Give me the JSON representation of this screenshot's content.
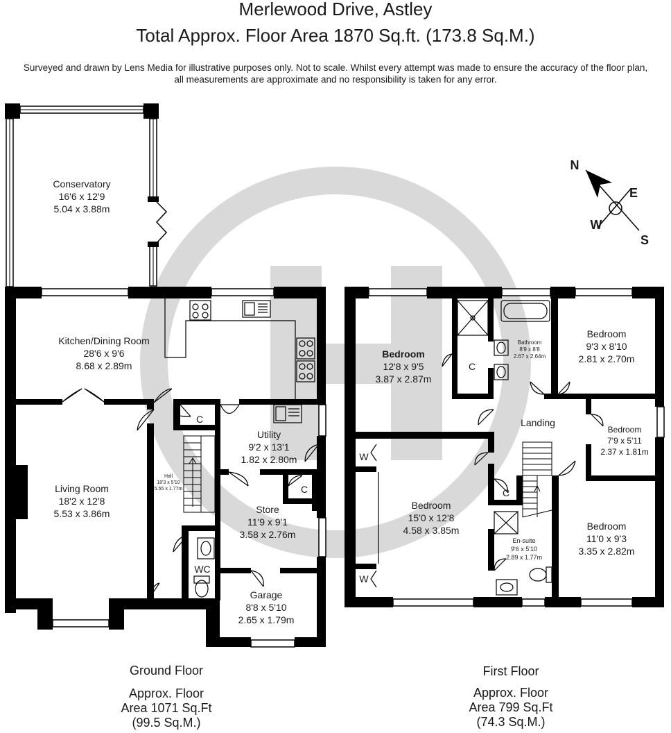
{
  "header": {
    "title": "Merlewood Drive, Astley",
    "area": "Total Approx. Floor Area 1870 Sq.ft. (173.8 Sq.M.)",
    "disclaimer_line1": "Surveyed and drawn by Lens Media for illustrative purposes only. Not to scale. Whilst every attempt was made to ensure the accuracy of the floor plan,",
    "disclaimer_line2": "all measurements are approximate and no responsibility is taken for any error."
  },
  "compass": {
    "n": "N",
    "e": "E",
    "s": "S",
    "w": "W"
  },
  "colors": {
    "wall": "#000000",
    "watermark": "#d9d9d9",
    "text": "#1a1a1a"
  },
  "ground_floor": {
    "name": "Ground Floor",
    "area_line1": "Approx. Floor",
    "area_line2": "Area 1071 Sq.Ft",
    "area_line3": "(99.5 Sq.M.)",
    "rooms": {
      "conservatory": {
        "name": "Conservatory",
        "imperial": "16'6 x 12'9",
        "metric": "5.04 x 3.88m"
      },
      "kitchen": {
        "name": "Kitchen/Dining Room",
        "imperial": "28'6 x 9'6",
        "metric": "8.68 x 2.89m"
      },
      "living": {
        "name": "Living Room",
        "imperial": "18'2 x 12'8",
        "metric": "5.53 x 3.86m"
      },
      "hall": {
        "name": "Hall",
        "imperial": "18'3 x 5'10",
        "metric": "5.55 x 1.77m"
      },
      "utility": {
        "name": "Utility",
        "imperial": "9'2 x 13'1",
        "metric": "1.82 x 2.80m"
      },
      "store": {
        "name": "Store",
        "imperial": "11'9 x 9'1",
        "metric": "3.58 x 2.76m"
      },
      "garage": {
        "name": "Garage",
        "imperial": "8'8 x 5'10",
        "metric": "2.65 x 1.79m"
      },
      "wc": {
        "name": "WC"
      },
      "cupboard_hall": {
        "name": "C"
      },
      "cupboard_store": {
        "name": "C"
      }
    }
  },
  "first_floor": {
    "name": "First Floor",
    "area_line1": "Approx. Floor",
    "area_line2": "Area 799 Sq.Ft",
    "area_line3": "(74.3 Sq.M.)",
    "rooms": {
      "bedroom1": {
        "name": "Bedroom",
        "imperial": "12'8 x 9'5",
        "metric": "3.87 x 2.87m"
      },
      "bathroom": {
        "name": "Bathroom",
        "imperial": "8'9 x 8'8",
        "metric": "2.67 x 2.64m"
      },
      "bedroom2": {
        "name": "Bedroom",
        "imperial": "9'3 x 8'10",
        "metric": "2.81 x 2.70m"
      },
      "landing": {
        "name": "Landing"
      },
      "bedroom3": {
        "name": "Bedroom",
        "imperial": "7'9 x 5'11",
        "metric": "2.37 x 1.81m"
      },
      "bedroom4": {
        "name": "Bedroom",
        "imperial": "15'0 x 12'8",
        "metric": "4.58 x 3.85m"
      },
      "bedroom5": {
        "name": "Bedroom",
        "imperial": "11'0 x 9'3",
        "metric": "3.35 x 2.82m"
      },
      "ensuite": {
        "name": "En-suite",
        "imperial": "9'6 x 5'10",
        "metric": "2.89 x 1.77m"
      },
      "cupboard_bed1": {
        "name": "C"
      },
      "cupboard_landing": {
        "name": "C"
      },
      "wardrobe_top": {
        "name": "W"
      },
      "wardrobe_bottom": {
        "name": "W"
      }
    }
  }
}
